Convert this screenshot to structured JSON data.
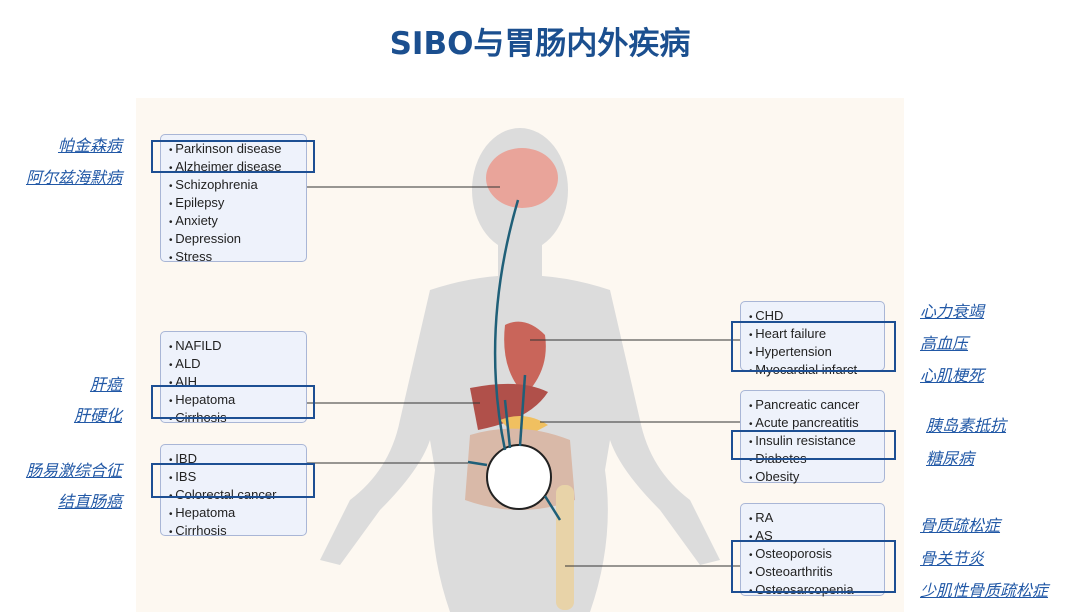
{
  "title": "SIBO与胃肠内外疾病",
  "boxes": {
    "brain": [
      "Parkinson disease",
      "Alzheimer disease",
      "Schizophrenia",
      "Epilepsy",
      "Anxiety",
      "Depression",
      "Stress"
    ],
    "liver": [
      "NAFILD",
      "ALD",
      "AIH",
      "Hepatoma",
      "Cirrhosis"
    ],
    "gut": [
      "IBD",
      "IBS",
      "Colorectal cancer",
      "Hepatoma",
      "Cirrhosis"
    ],
    "heart": [
      "CHD",
      "Heart failure",
      "Hypertension",
      "Myocardial infarct"
    ],
    "pancreas": [
      "Pancreatic cancer",
      "Acute pancreatitis",
      "Insulin resistance",
      "Diabetes",
      "Obesity"
    ],
    "bone": [
      "RA",
      "AS",
      "Osteoporosis",
      "Osteoarthritis",
      "Osteosarcopenia"
    ]
  },
  "labels": {
    "brain": [
      "帕金森病",
      "阿尔兹海默病"
    ],
    "liver": [
      "肝癌",
      "肝硬化"
    ],
    "gut": [
      "肠易激综合征",
      "结直肠癌"
    ],
    "heart": [
      "心力衰竭",
      "高血压",
      "心肌梗死"
    ],
    "pancreas": [
      "胰岛素抵抗",
      "糖尿病"
    ],
    "bone": [
      "骨质疏松症",
      "骨关节炎",
      "少肌性骨质疏松症"
    ]
  },
  "colors": {
    "accent": "#1b4f8f",
    "label": "#2158a6",
    "arrow": "#1f5f78"
  }
}
